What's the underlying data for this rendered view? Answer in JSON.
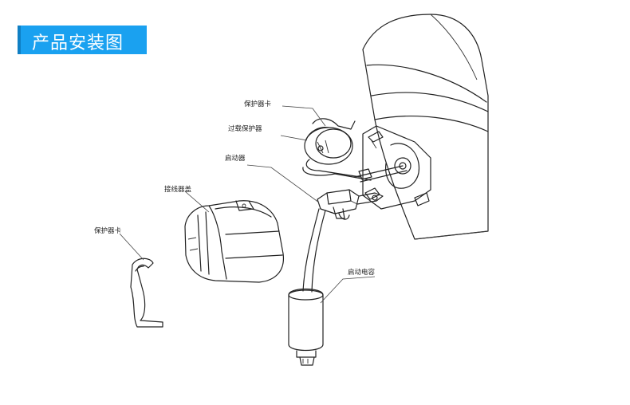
{
  "banner": {
    "title": "产品安装图",
    "color": "#1aa1f0"
  },
  "labels": {
    "protector_clip_top": "保护器卡",
    "overload_protector": "过载保护器",
    "starter": "启动器",
    "terminal_cover": "接线器盖",
    "protector_clip_left": "保护器卡",
    "start_capacitor": "启动电容"
  }
}
